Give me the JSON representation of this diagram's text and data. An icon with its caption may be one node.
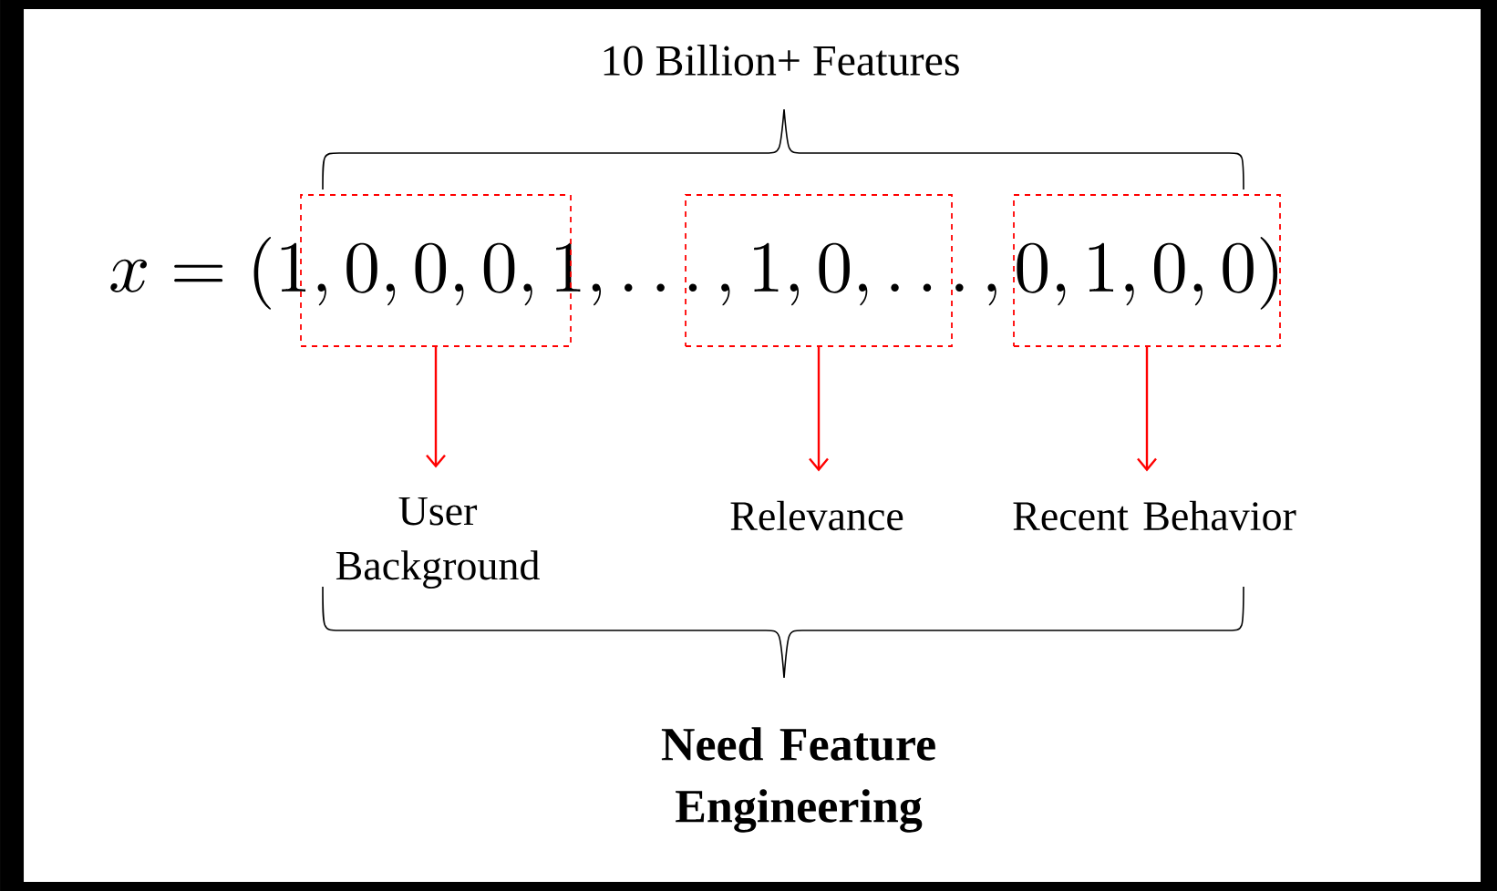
{
  "diagram": {
    "nodes": [
      {
        "text": [],
        "shape": "box"
      },
      {
        "text": [],
        "shape": "box"
      },
      {
        "text": [],
        "shape": "box"
      },
      {
        "text": [
          "User Background"
        ]
      },
      {
        "text": [
          "Relevance"
        ]
      },
      {
        "text": [
          "Recent Behavior"
        ]
      }
    ],
    "edges": [
      {
        "from": 0,
        "to": 3,
        "arrow": "to"
      },
      {
        "from": 1,
        "to": 4,
        "arrow": "to"
      },
      {
        "from": 2,
        "to": 5,
        "arrow": "to"
      }
    ],
    "labels": [
      "10 Billion+ Features",
      "x = (1,0,0,0,1,\\ldots,1,0,\\ldots,0,1,0,0)",
      "Need Feature Engineering"
    ]
  }
}
